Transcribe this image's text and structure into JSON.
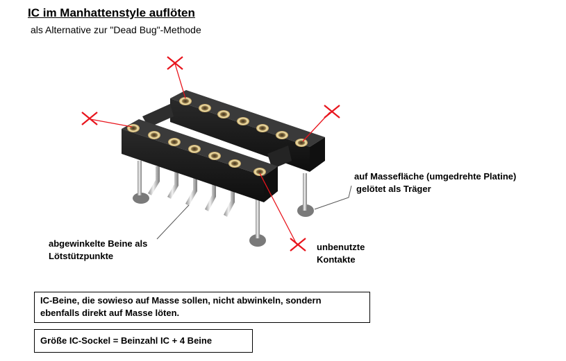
{
  "title": "IC im Manhattenstyle auflöten",
  "subtitle": "als Alternative zur \"Dead Bug\"-Methode",
  "labels": {
    "masse_line1": "auf Massefläche (umgedrehte Platine)",
    "masse_line2": "gelötet als Träger",
    "beine_line1": "abgewinkelte Beine als",
    "beine_line2": "Lötstützpunkte",
    "unbenutzt_line1": "unbenutzte",
    "unbenutzt_line2": "Kontakte"
  },
  "notes": {
    "box1_line1": "IC-Beine, die sowieso auf Masse sollen, nicht abwinkeln, sondern",
    "box1_line2": "ebenfalls direkt auf Masse löten.",
    "box2": "Größe IC-Sockel = Beinzahl IC + 4 Beine"
  },
  "colors": {
    "marker": "#e8141c",
    "socket": "#1c1c1c",
    "pin": "#c8c8c8",
    "solder": "#7a7a7a",
    "leader": "#555555"
  },
  "icons": [
    "cross-mark-icon"
  ]
}
